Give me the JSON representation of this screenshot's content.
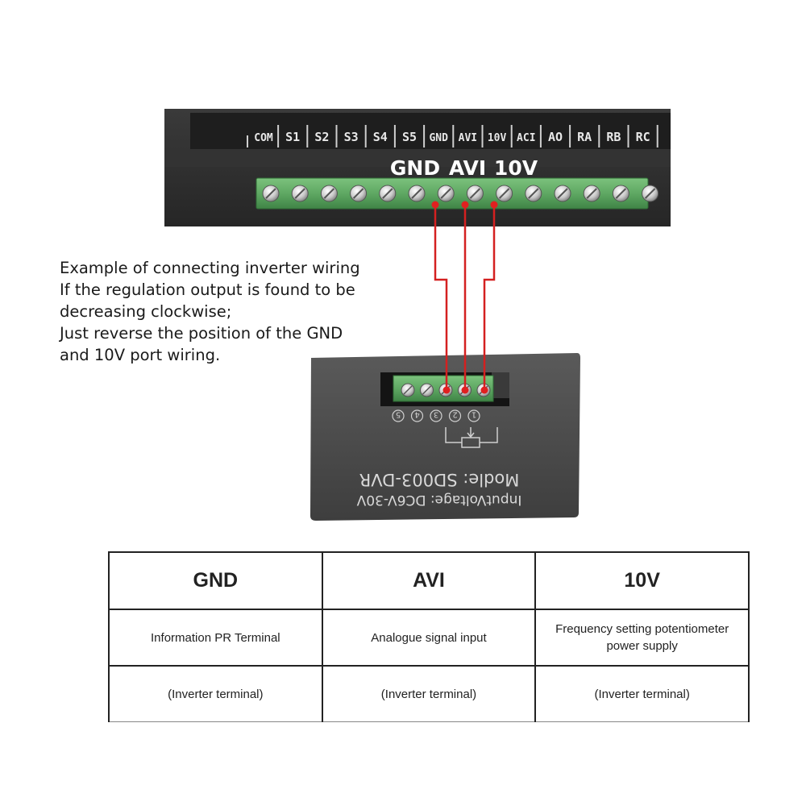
{
  "inverter": {
    "terminal_labels": [
      "COM",
      "S1",
      "S2",
      "S3",
      "S4",
      "S5",
      "GND",
      "AVI",
      "10V",
      "ACI",
      "AO",
      "RA",
      "RB",
      "RC"
    ],
    "callout": {
      "gnd": "GND",
      "avi": "AVI",
      "v10": "10V"
    }
  },
  "note": {
    "lines": [
      "Example of connecting inverter wiring",
      "If the regulation output is found to be",
      "decreasing clockwise;",
      "Just reverse the position of the GND",
      "and 10V port wiring."
    ]
  },
  "module": {
    "pin_numbers": [
      "5",
      "4",
      "3",
      "2",
      "1"
    ],
    "model_text": "Modle: SD003-DVR",
    "voltage_text": "InputVoltage: DC6V-30V"
  },
  "colors": {
    "wire": "#d42020",
    "terminal_green": "#5fa863",
    "housing": "#2c2c2c"
  },
  "table": {
    "headers": [
      "GND",
      "AVI",
      "10V"
    ],
    "descriptions": [
      "Information PR Terminal",
      "Analogue signal input",
      "Frequency setting potentiometer power supply"
    ],
    "notes": [
      "(Inverter terminal)",
      "(Inverter terminal)",
      "(Inverter terminal)"
    ]
  }
}
